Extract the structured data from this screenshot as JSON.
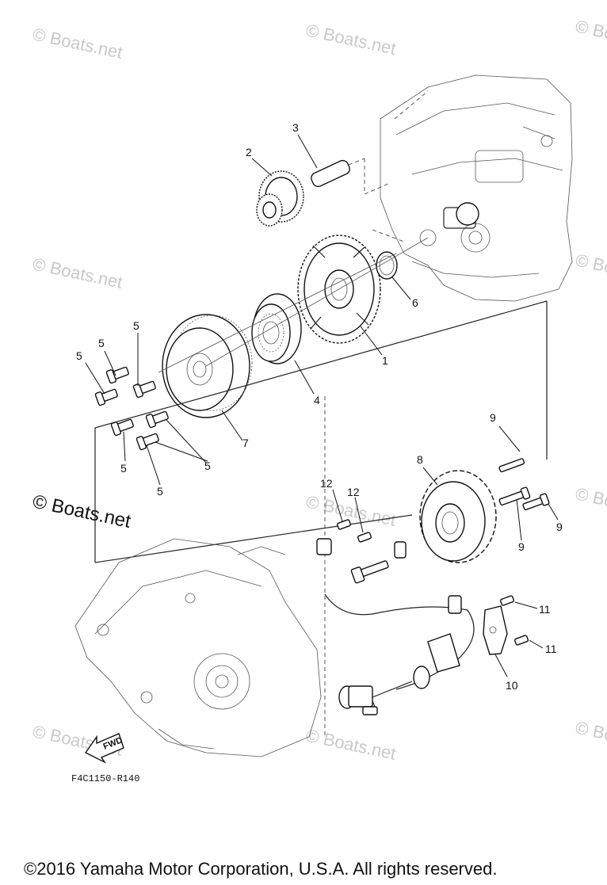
{
  "diagram": {
    "drawing_code": "F4C1150-R140",
    "fwd_label": "FWD",
    "callouts": [
      "1",
      "2",
      "3",
      "4",
      "5",
      "6",
      "7",
      "8",
      "9",
      "10",
      "11",
      "12"
    ],
    "watermark": "© Boats.net"
  },
  "footer": {
    "copyright": "©2016 Yamaha Motor Corporation, U.S.A. All rights reserved."
  }
}
